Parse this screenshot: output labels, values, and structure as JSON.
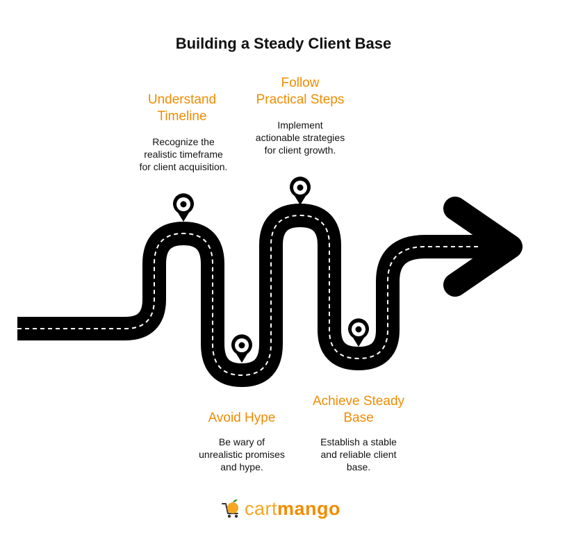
{
  "title": "Building a Steady Client Base",
  "colors": {
    "accent": "#F08C00",
    "road": "#000000",
    "dash": "#ffffff"
  },
  "steps": [
    {
      "title": "Understand\nTimeline",
      "description": "Recognize the\nrealistic timeframe\nfor client acquisition.",
      "icon": "map-pin-icon"
    },
    {
      "title": "Avoid Hype",
      "description": "Be wary of\nunrealistic promises\nand hype.",
      "icon": "map-pin-icon"
    },
    {
      "title": "Follow\nPractical Steps",
      "description": "Implement\nactionable strategies\nfor client growth.",
      "icon": "map-pin-icon"
    },
    {
      "title": "Achieve Steady\nBase",
      "description": "Establish a stable\nand reliable client\nbase.",
      "icon": "map-pin-icon"
    }
  ],
  "logo": {
    "part1": "cart",
    "part2": "mango",
    "icon": "mango-cart-icon"
  }
}
